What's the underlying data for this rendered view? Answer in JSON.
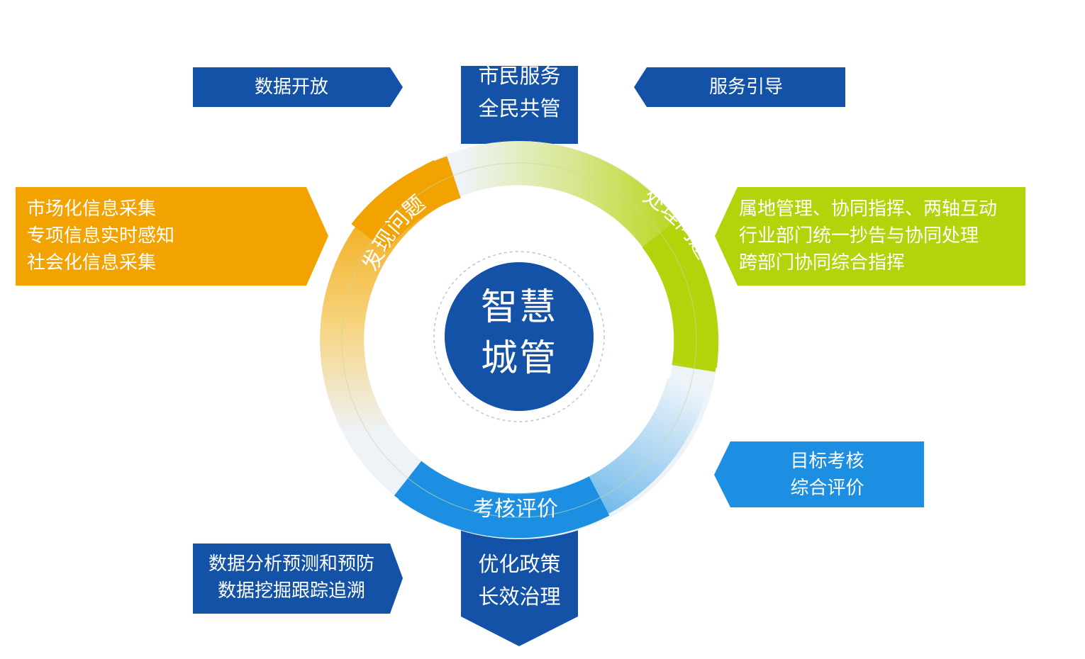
{
  "center": {
    "line1": "智慧",
    "line2": "城管"
  },
  "cycle": {
    "discover": "发现问题",
    "handle": "处理问题",
    "evaluate": "考核评价"
  },
  "boxes": {
    "data_open": "数据开放",
    "citizen": [
      "市民服务",
      "全民共管"
    ],
    "service_guide": "服务引导",
    "collect": [
      "市场化信息采集",
      "专项信息实时感知",
      "社会化信息采集"
    ],
    "command": [
      "属地管理、协同指挥、两轴互动",
      "行业部门统一抄告与协同处理",
      "跨部门协同综合指挥"
    ],
    "assessment": [
      "目标考核",
      "综合评价"
    ],
    "analysis": [
      "数据分析预测和预防",
      "数据挖掘跟踪追溯"
    ],
    "policy": [
      "优化政策",
      "长效治理"
    ]
  },
  "colors": {
    "blue_dark": "#1352a6",
    "blue_light": "#1d8fe3",
    "orange": "#f2a201",
    "green": "#b3d30a"
  }
}
